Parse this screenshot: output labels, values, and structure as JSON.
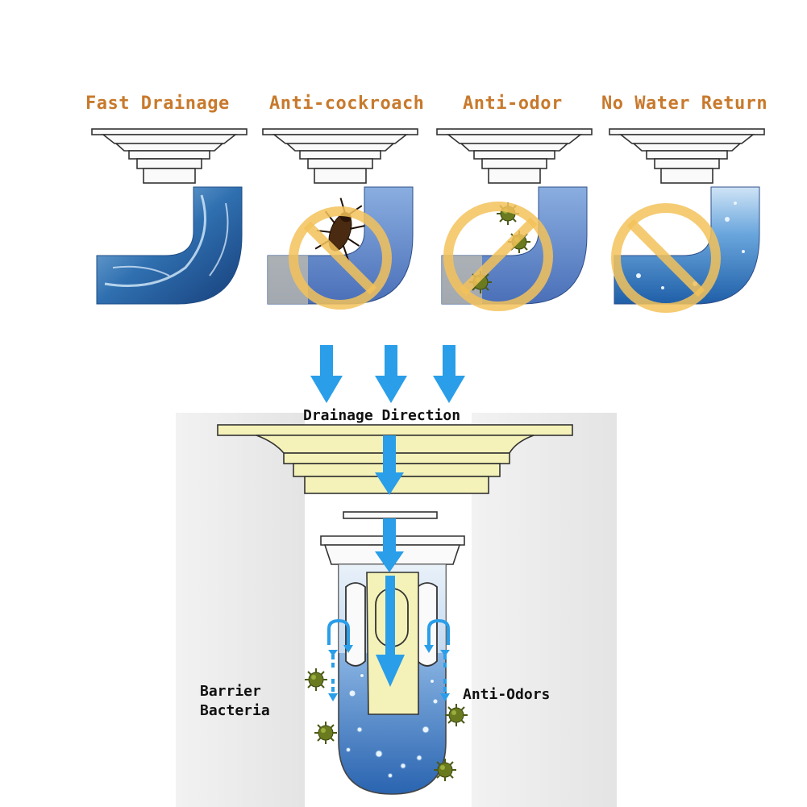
{
  "features": [
    {
      "label": "Fast Drainage"
    },
    {
      "label": "Anti-cockroach"
    },
    {
      "label": "Anti-odor"
    },
    {
      "label": "No Water Return"
    }
  ],
  "diagram": {
    "direction_label": "Drainage Direction",
    "barrier_line1": "Barrier",
    "barrier_line2": "Bacteria",
    "anti_odors": "Anti-Odors"
  },
  "colors": {
    "label": "#c8792c",
    "water": "#2f6fb0",
    "ring": "#f3c25a",
    "arrow": "#2a9ee8",
    "body": "#f4f2b8",
    "germ": "#6a7a1f"
  }
}
